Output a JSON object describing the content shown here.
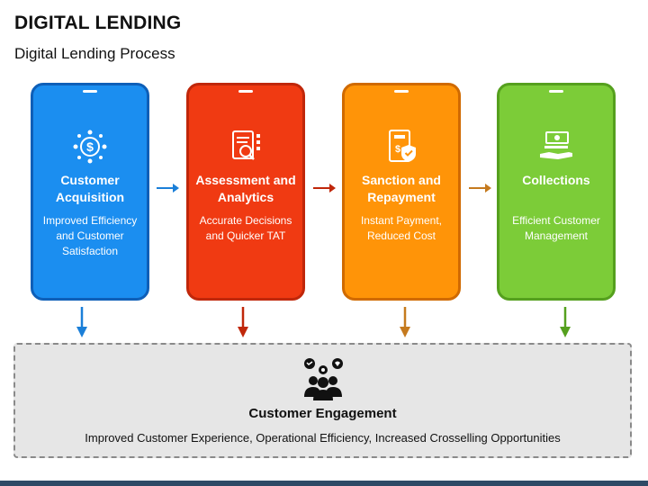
{
  "header": {
    "title": "DIGITAL LENDING",
    "subtitle": "Digital Lending Process"
  },
  "steps": [
    {
      "heading": "Customer Acquisition",
      "description": "Improved Efficiency and Customer Satisfaction",
      "icon": "dollar-network-icon",
      "color": "#1b8ef0"
    },
    {
      "heading": "Assessment and Analytics",
      "description": "Accurate Decisions and Quicker TAT",
      "icon": "document-magnifier-icon",
      "color": "#f03a12"
    },
    {
      "heading": "Sanction and Repayment",
      "description": "Instant Payment, Reduced Cost",
      "icon": "secure-payment-icon",
      "color": "#ff9408"
    },
    {
      "heading": "Collections",
      "description": "Efficient Customer Management",
      "icon": "cash-in-hand-icon",
      "color": "#7ccc38"
    }
  ],
  "engagement": {
    "title": "Customer Engagement",
    "description": "Improved Customer Experience, Operational Efficiency, Increased Crosselling Opportunities",
    "icon": "people-group-chat-icon"
  }
}
